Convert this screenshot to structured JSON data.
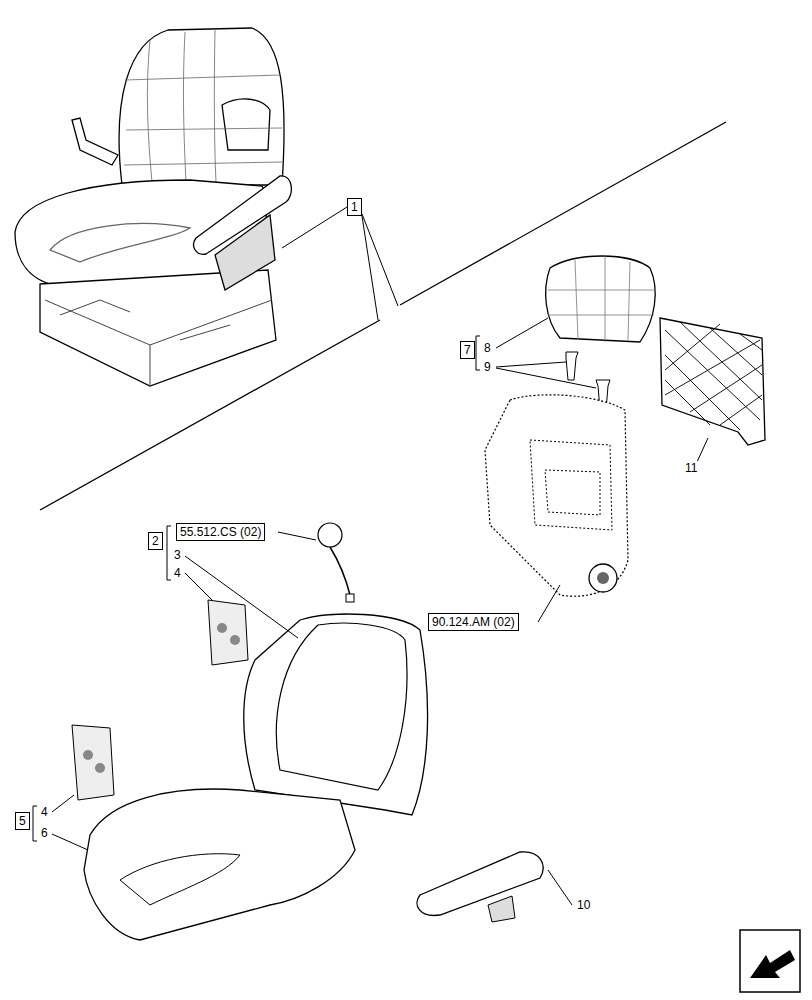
{
  "diagram": {
    "nodes": [
      {
        "text": [
          "1"
        ]
      },
      {
        "text": [
          "7"
        ]
      },
      {
        "text": [
          "2"
        ]
      },
      {
        "text": [
          "55.512.CS (02)"
        ]
      },
      {
        "text": [
          "90.124.AM (02)"
        ]
      },
      {
        "text": [
          "5"
        ]
      }
    ],
    "labels": [
      "8",
      "9",
      "11",
      "3",
      "4",
      "4",
      "6",
      "10"
    ]
  }
}
